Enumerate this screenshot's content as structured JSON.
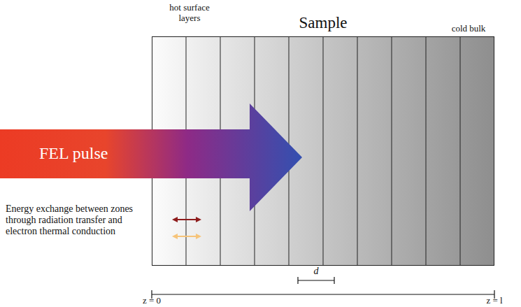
{
  "diagram": {
    "nodes": [
      {
        "text": [
          "Sample"
        ]
      },
      {
        "text": [
          "FEL pulse"
        ]
      }
    ],
    "labels": [
      "hot surface layers",
      "cold bulk",
      "Energy exchange between zones through radiation transfer and electron thermal conduction",
      "d",
      "z = 0",
      "z = l"
    ]
  }
}
